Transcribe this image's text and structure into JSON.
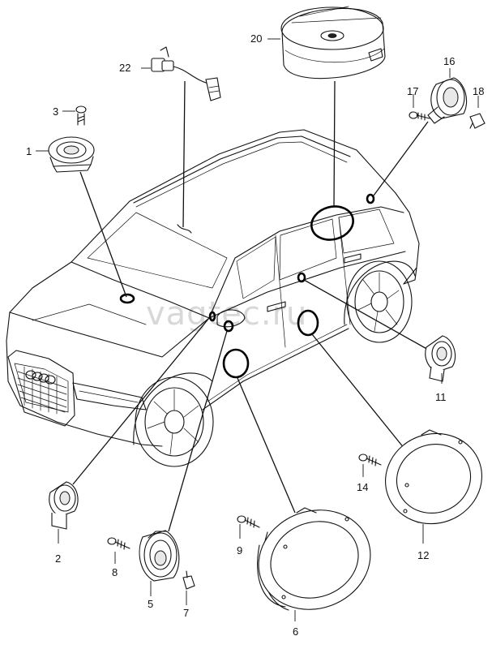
{
  "watermark": "vagtec.ru",
  "parts": [
    {
      "id": "p1",
      "label": "1",
      "name": "tweeter-dashboard"
    },
    {
      "id": "p2",
      "label": "2",
      "name": "tweeter-door-front"
    },
    {
      "id": "p3",
      "label": "3",
      "name": "screw"
    },
    {
      "id": "p5",
      "label": "5",
      "name": "mid-speaker-front"
    },
    {
      "id": "p6",
      "label": "6",
      "name": "bass-speaker-front-door"
    },
    {
      "id": "p7",
      "label": "7",
      "name": "clip"
    },
    {
      "id": "p8",
      "label": "8",
      "name": "screw"
    },
    {
      "id": "p9",
      "label": "9",
      "name": "screw"
    },
    {
      "id": "p11",
      "label": "11",
      "name": "tweeter-door-rear"
    },
    {
      "id": "p12",
      "label": "12",
      "name": "bass-speaker-rear-door"
    },
    {
      "id": "p14",
      "label": "14",
      "name": "screw"
    },
    {
      "id": "p16",
      "label": "16",
      "name": "rear-speaker"
    },
    {
      "id": "p17",
      "label": "17",
      "name": "screw"
    },
    {
      "id": "p18",
      "label": "18",
      "name": "clip"
    },
    {
      "id": "p20",
      "label": "20",
      "name": "subwoofer-spare-wheel"
    },
    {
      "id": "p22",
      "label": "22",
      "name": "microphone"
    }
  ],
  "colors": {
    "ink": "#111111",
    "watermark": "#d8d8d8",
    "background": "#ffffff"
  }
}
